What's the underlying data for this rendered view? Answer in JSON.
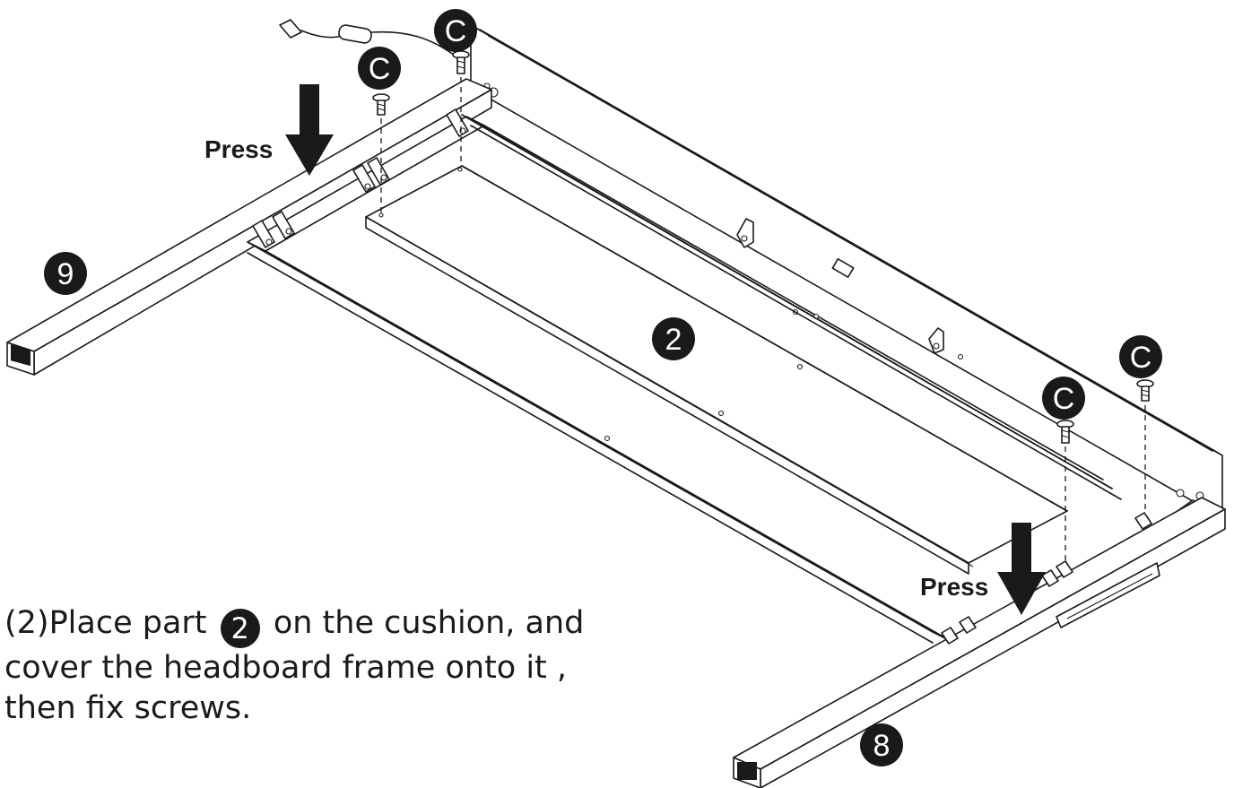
{
  "labels": {
    "part_9": "9",
    "part_2": "2",
    "part_8": "8",
    "screw_c": "C",
    "press": "Press"
  },
  "instruction": {
    "prefix": "(2)Place part",
    "part_ref": "2",
    "line1_suffix": "on the cushion, and",
    "line2": "cover the headboard frame onto it ,",
    "line3": "then fix screws."
  },
  "icons": {
    "arrow": "down-arrow-icon",
    "screw": "screw-icon",
    "usb": "usb-cable-icon",
    "bracket": "bracket-icon"
  },
  "colors": {
    "ink": "#1a1a1a",
    "background": "#ffffff"
  }
}
